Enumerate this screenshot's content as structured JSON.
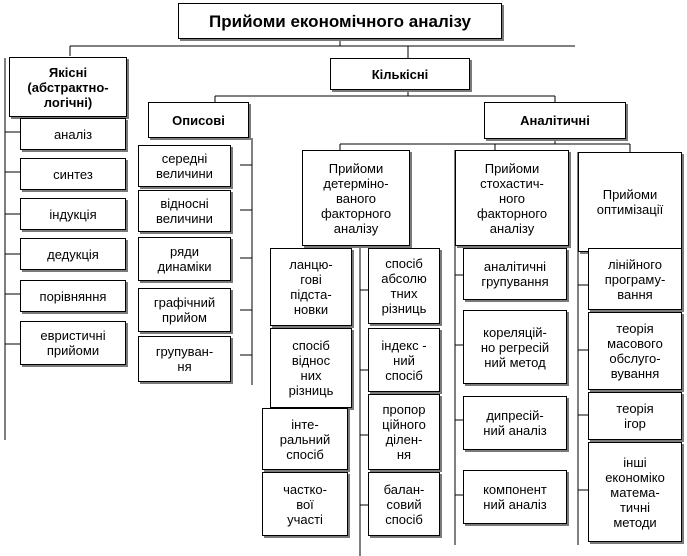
{
  "title": "Прийоми економічного аналізу",
  "qualitative": {
    "label": "Якісні\n(абстрактно-\nлогічні)",
    "items": [
      "аналіз",
      "синтез",
      "індукція",
      "дедукція",
      "порівняння",
      "евристичні\nприйоми"
    ]
  },
  "quantitative": {
    "label": "Кількісні",
    "descriptive": {
      "label": "Описові",
      "items": [
        "середні\nвеличини",
        "відносні\nвеличини",
        "ряди\nдинаміки",
        "графічний\nприйом",
        "групуван-\nня"
      ]
    },
    "analytical": {
      "label": "Аналітичні",
      "deterministic": {
        "label": "Прийоми\nдетерміно-\nваного\nфакторного\nаналізу",
        "left_items": [
          "ланцю-\nгові\nпідста-\nновки",
          "спосіб\nвіднос\nних\nрізниць",
          "інте-\nральний\nспосіб",
          "частко-\nвої\nучасті"
        ],
        "right_items": [
          "спосіб\nабсолю\nтних\nрізниць",
          "індекс -\nний\nспосіб",
          "пропор\nційного\nділен-\nня",
          "балан-\nсовий\nспосіб"
        ]
      },
      "stochastic": {
        "label": "Прийоми\nстохастич-\nного\nфакторного\nаналізу",
        "items": [
          "аналітичні\nгрупування",
          "кореляцій-\nно регресій\nний метод",
          "дипресій-\nний аналіз",
          "компонент\nний аналіз"
        ]
      },
      "optimization": {
        "label": "Прийоми\nоптимізації",
        "items": [
          "лінійного\nпрограму-\nвання",
          "теорія\nмасового\nобслуго-\nвування",
          "теорія\nігор",
          "інші\nекономіко\nматема-\nтичні\nметоди"
        ]
      }
    }
  }
}
